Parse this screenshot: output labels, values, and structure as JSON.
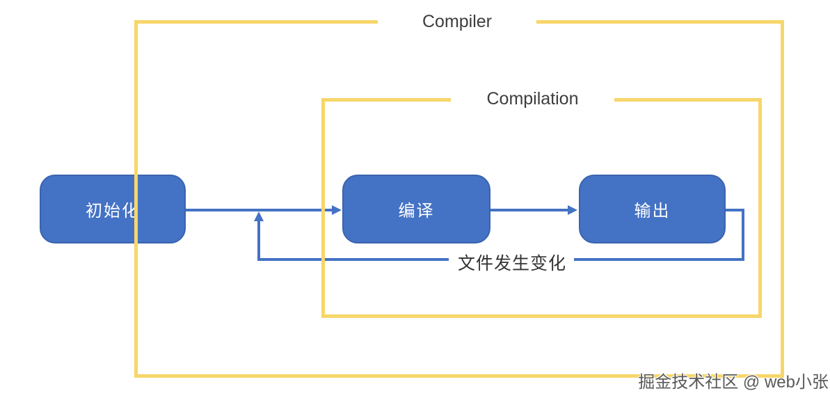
{
  "diagram": {
    "outer_frame": {
      "label": "Compiler"
    },
    "inner_frame": {
      "label": "Compilation"
    },
    "nodes": [
      {
        "label": "初始化"
      },
      {
        "label": "编译"
      },
      {
        "label": "输出"
      }
    ],
    "feedback_label": "文件发生变化",
    "watermark": "掘金技术社区 @ web小张"
  },
  "colors": {
    "background": "#FFFFFF",
    "node_fill": "#4472C4",
    "node_border": "#3A63AE",
    "node_text": "#FFFFFF",
    "arrow": "#4472C4",
    "frame": "#F7D669",
    "label_text": "#3D3D3D",
    "watermark_text": "#595959"
  }
}
